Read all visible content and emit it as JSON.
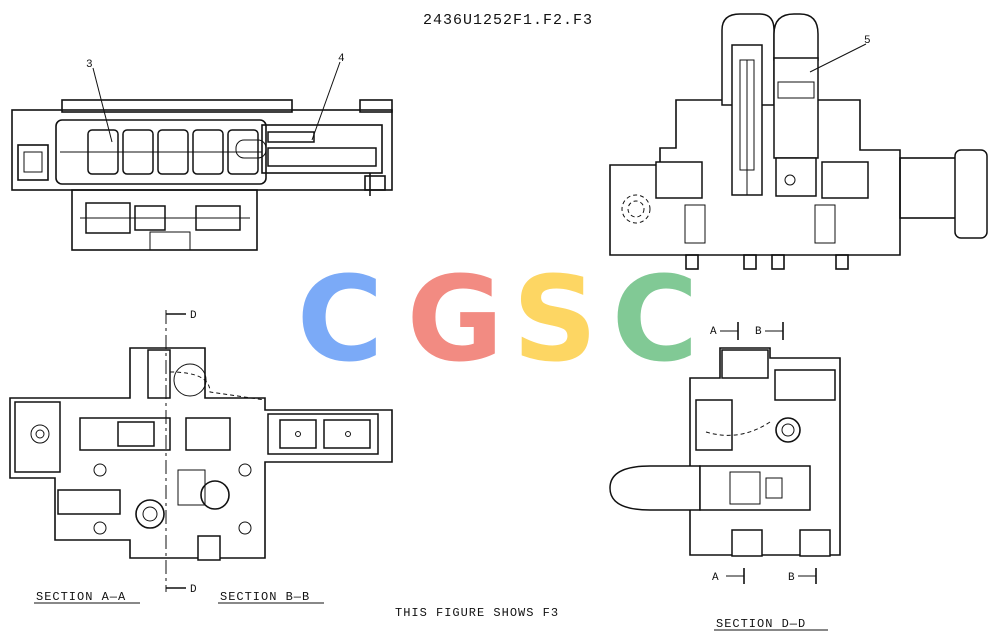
{
  "figure": {
    "title": "2436U1252F1.F2.F3",
    "caption": "THIS FIGURE SHOWS F3"
  },
  "callouts": [
    "3",
    "4",
    "5"
  ],
  "sections": {
    "aa": "SECTION A—A",
    "bb": "SECTION B—B",
    "dd": "SECTION D—D"
  },
  "section_markers": {
    "d_top": "D",
    "d_bottom": "D",
    "a_top": "A",
    "b_top": "B",
    "a_bottom": "A",
    "b_bottom": "B"
  },
  "watermark": {
    "letters": [
      "C",
      "G",
      "S",
      "C"
    ],
    "colors": [
      "#7baaf7",
      "#f28b82",
      "#fdd663",
      "#81c995"
    ]
  }
}
